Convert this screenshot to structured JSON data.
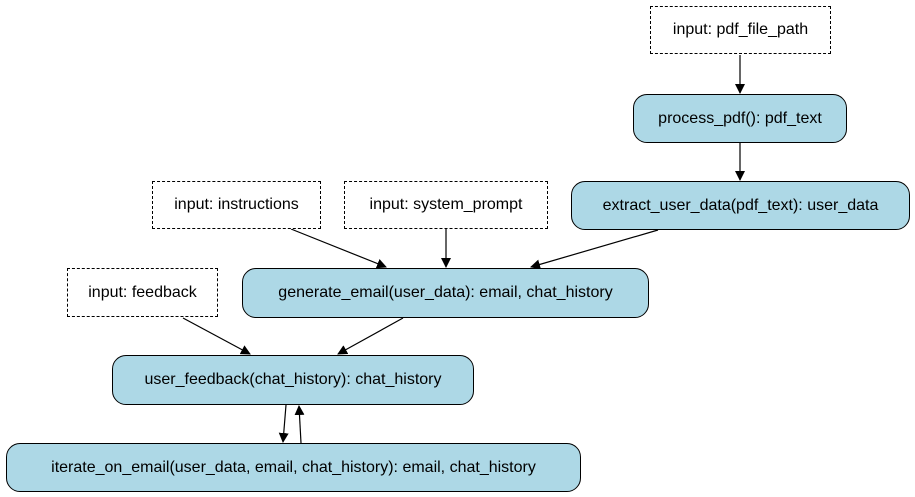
{
  "nodes": {
    "input_pdf_file_path": {
      "label": "input: pdf_file_path",
      "kind": "input"
    },
    "process_pdf": {
      "label": "process_pdf(): pdf_text",
      "kind": "function"
    },
    "extract_user_data": {
      "label": "extract_user_data(pdf_text): user_data",
      "kind": "function"
    },
    "input_instructions": {
      "label": "input: instructions",
      "kind": "input"
    },
    "input_system_prompt": {
      "label": "input: system_prompt",
      "kind": "input"
    },
    "generate_email": {
      "label": "generate_email(user_data): email, chat_history",
      "kind": "function"
    },
    "input_feedback": {
      "label": "input: feedback",
      "kind": "input"
    },
    "user_feedback": {
      "label": "user_feedback(chat_history): chat_history",
      "kind": "function"
    },
    "iterate_on_email": {
      "label": "iterate_on_email(user_data, email, chat_history): email, chat_history",
      "kind": "function"
    }
  },
  "edges": [
    {
      "from": "input_pdf_file_path",
      "to": "process_pdf"
    },
    {
      "from": "process_pdf",
      "to": "extract_user_data"
    },
    {
      "from": "input_instructions",
      "to": "generate_email"
    },
    {
      "from": "input_system_prompt",
      "to": "generate_email"
    },
    {
      "from": "extract_user_data",
      "to": "generate_email"
    },
    {
      "from": "input_feedback",
      "to": "user_feedback"
    },
    {
      "from": "generate_email",
      "to": "user_feedback"
    },
    {
      "from": "user_feedback",
      "to": "iterate_on_email"
    },
    {
      "from": "iterate_on_email",
      "to": "user_feedback"
    }
  ],
  "colors": {
    "function_fill": "#add8e6",
    "input_fill": "#ffffff",
    "stroke": "#000000"
  }
}
